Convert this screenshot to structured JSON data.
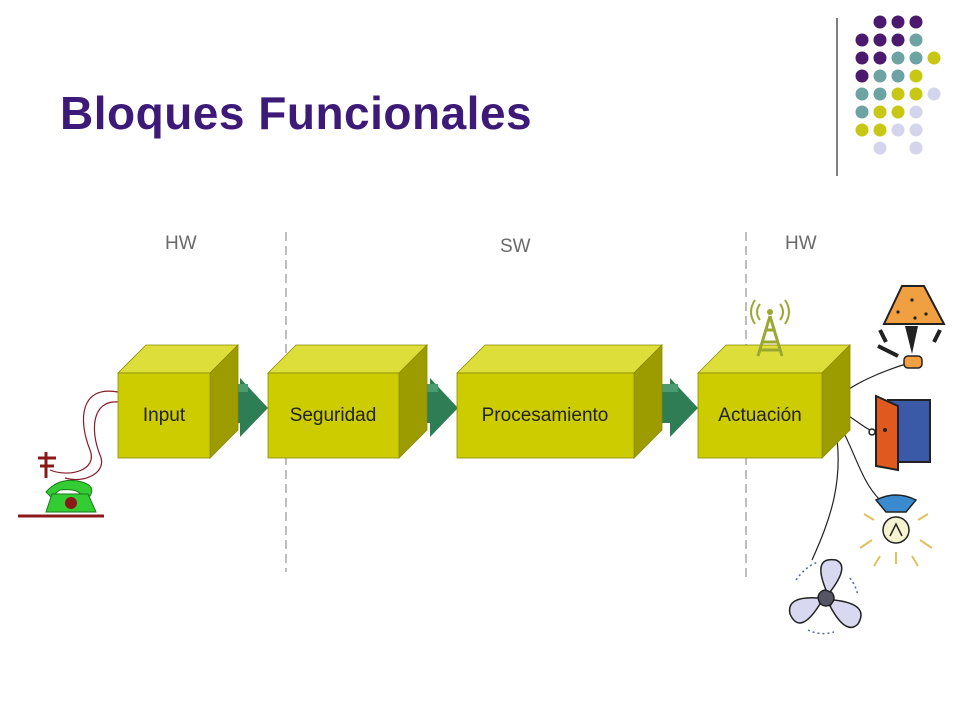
{
  "slide": {
    "title": "Bloques Funcionales"
  },
  "zones": {
    "hw_left": "HW",
    "sw": "SW",
    "hw_right": "HW"
  },
  "blocks": [
    {
      "label": "Input"
    },
    {
      "label": "Seguridad"
    },
    {
      "label": "Procesamiento"
    },
    {
      "label": "Actuación"
    }
  ],
  "colors": {
    "title": "#3d1a78",
    "block_front": "#cccc00",
    "block_top": "#dede3a",
    "block_side": "#9c9c00",
    "arrow": "#2e7d55",
    "dot_purple": "#4b1a6e",
    "dot_teal": "#6ea3a3",
    "dot_lime": "#c8c814",
    "dot_lavender": "#d4d4ec"
  },
  "icons": {
    "phone": "telephone-icon",
    "antenna": "antenna-tower-icon",
    "lamp": "lamp-icon",
    "door": "door-icon",
    "bulb": "light-bulb-icon",
    "fan": "fan-icon"
  }
}
